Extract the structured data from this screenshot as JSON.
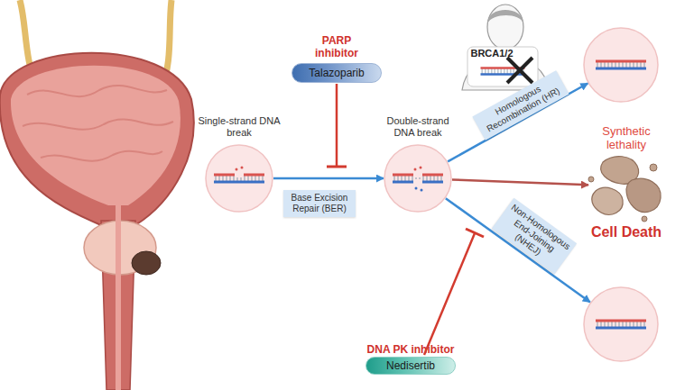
{
  "diagram": {
    "nodes": [
      {
        "text": [
          "Single-strand DNA break"
        ]
      },
      {
        "text": [
          "PARP inhibitor",
          "Talazoparib"
        ]
      },
      {
        "text": [
          "Double-strand DNA break"
        ]
      },
      {
        "text": [
          "DNA PK inhibitor",
          "Nedisertib"
        ]
      },
      {
        "text": []
      },
      {
        "text": [
          "Synthetic lethality",
          "Cell Death"
        ]
      },
      {
        "text": []
      }
    ],
    "edges": [
      {
        "from": 0,
        "to": 2,
        "arrow": "to",
        "label": "Base Excision Repair (BER)"
      },
      {
        "from": 2,
        "to": 4,
        "arrow": "to",
        "label": "Homologous Recombination (HR)"
      },
      {
        "from": 2,
        "to": 5,
        "arrow": "to"
      },
      {
        "from": 2,
        "to": 6,
        "arrow": "to",
        "label": "Non-Homologous End-Joining (NHEJ)"
      }
    ],
    "labels": [
      "BRCA1/2"
    ]
  }
}
